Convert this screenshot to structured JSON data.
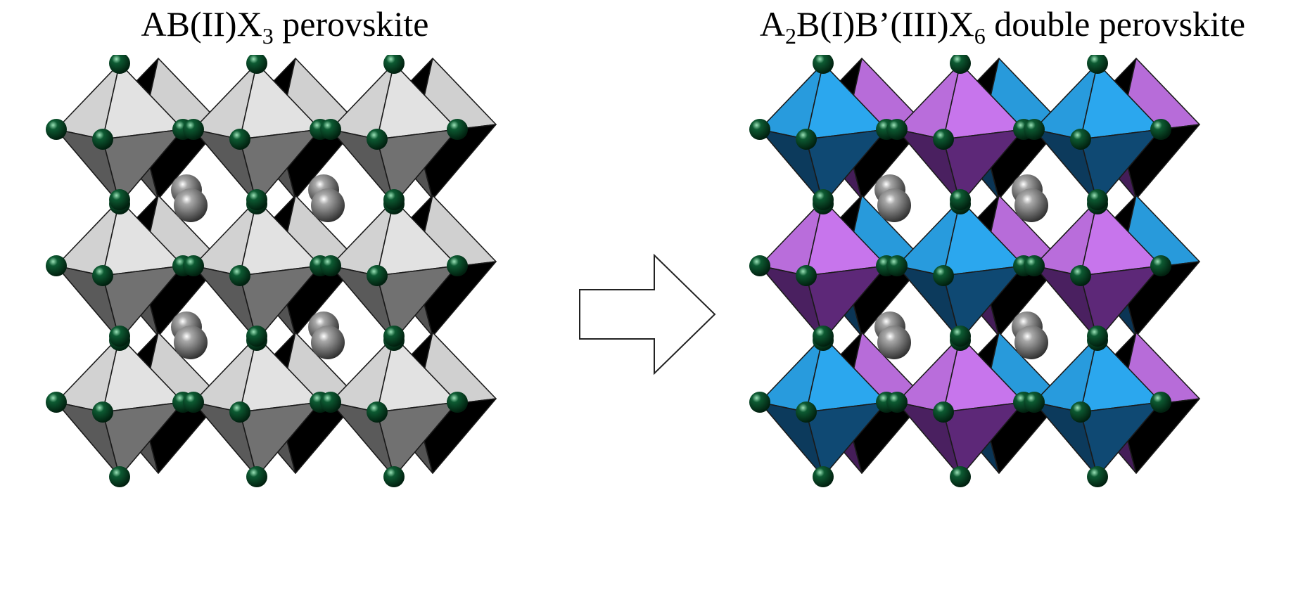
{
  "left_title": {
    "part1": "AB(II)X",
    "sub1": "3",
    "part2": " perovskite"
  },
  "right_title": {
    "part1": "A",
    "sub1": "2",
    "part2": "B(I)B’(III)X",
    "sub2": "6",
    "part3": " double perovskite"
  },
  "colors": {
    "gray_octahedron_light": "#e2e2e2",
    "gray_octahedron_dark": "#5a5a5a",
    "blue_octahedron_light": "#2ba7ee",
    "blue_octahedron_dark": "#0c3a5c",
    "purple_octahedron_light": "#c775ec",
    "purple_octahedron_dark": "#4a2060",
    "x_site_atom": "#0d5a32",
    "a_site_atom": "#7a7a7a"
  }
}
